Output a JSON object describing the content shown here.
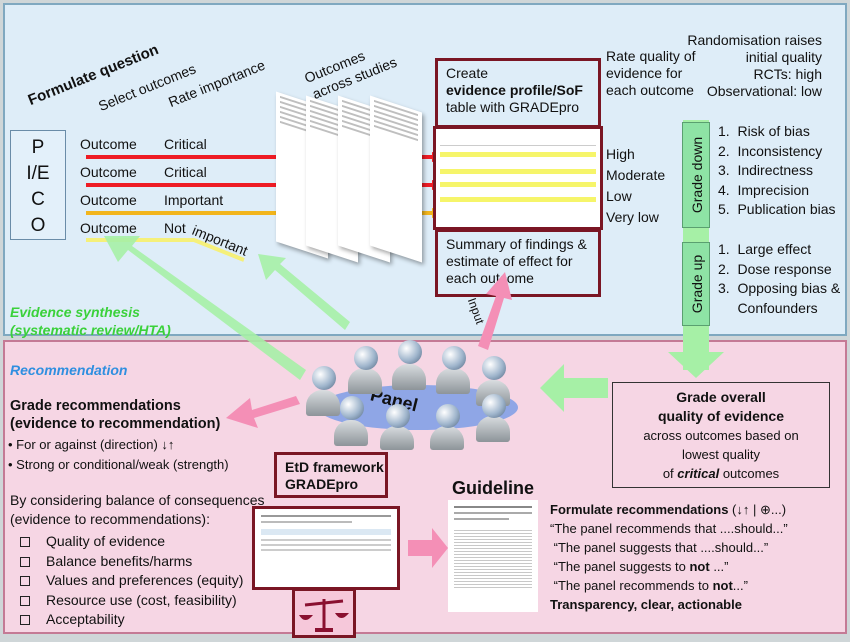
{
  "top": {
    "formulate_question": "Formulate question",
    "select_outcomes": "Select outcomes",
    "rate_importance": "Rate importance",
    "outcomes_across_studies_1": "Outcomes",
    "outcomes_across_studies_2": "across studies",
    "pico": [
      "P",
      "I/E",
      "C",
      "O"
    ],
    "outcomes": [
      {
        "label": "Outcome",
        "importance": "Critical",
        "color": "#ee1c25"
      },
      {
        "label": "Outcome",
        "importance": "Critical",
        "color": "#ee1c25"
      },
      {
        "label": "Outcome",
        "importance": "Important",
        "color": "#f2b51c"
      },
      {
        "label": "Outcome",
        "importance": "Not",
        "color": "#f5f07a"
      }
    ],
    "not_important_suffix": "important",
    "create_box": {
      "line1": "Create",
      "line2": "evidence profile/SoF",
      "line3": "table with GRADEpro"
    },
    "summary_box": {
      "line1": "Summary of findings &",
      "line2": "estimate of effect for",
      "line3": "each outcome"
    },
    "rate_quality": [
      "Rate quality of",
      "evidence for",
      "each outcome"
    ],
    "randomisation": [
      "Randomisation raises",
      "initial quality",
      "RCTs: high",
      "Observational: low"
    ],
    "quality_levels": [
      "High",
      "Moderate",
      "Low",
      "Very low"
    ],
    "grade_down_label": "Grade down",
    "grade_down_items": [
      "1.  Risk of bias",
      "2.  Inconsistency",
      "3.  Indirectness",
      "4.  Imprecision",
      "5.  Publication bias"
    ],
    "grade_up_label": "Grade up",
    "grade_up_items": [
      "1.  Large effect",
      "2.  Dose response",
      "3.  Opposing bias &",
      "     Confounders"
    ],
    "input_label": "Input",
    "evidence_synthesis_1": "Evidence synthesis",
    "evidence_synthesis_2": "(systematic review/HTA)"
  },
  "bottom": {
    "recommendation": "Recommendation",
    "panel_label": "Panel",
    "grade_rec_1": "Grade recommendations",
    "grade_rec_2": "(evidence to recommendation)",
    "bullets": [
      "• For or against (direction) ↓↑",
      "• Strong or conditional/weak (strength)"
    ],
    "considering_1": "By considering balance of consequences",
    "considering_2": "(evidence to recommendations):",
    "checklist": [
      "Quality of evidence",
      "Balance benefits/harms",
      "Values and preferences (equity)",
      "Resource use (cost, feasibility)",
      "Acceptability"
    ],
    "etd_1": "EtD framework",
    "etd_2": "GRADEpro",
    "guideline": "Guideline",
    "overall_box": {
      "line1": "Grade overall",
      "line2": "quality  of  evidence",
      "line3": "across outcomes based on",
      "line4": "lowest quality",
      "line5_pre": "of ",
      "line5_em": "critical",
      "line5_post": " outcomes"
    },
    "formulate_rec_bold": "Formulate recommendations",
    "formulate_rec_rest": " (↓↑ | ⊕...)",
    "statements": [
      {
        "pre": "“The panel recommends that ....should...”",
        "bold": "",
        "post": ""
      },
      {
        "pre": " “The panel suggests that ....should...”",
        "bold": "",
        "post": ""
      },
      {
        "pre": " “The panel suggests to ",
        "bold": "not",
        "post": " ...”"
      },
      {
        "pre": " “The panel recommends to ",
        "bold": "not",
        "post": "...”"
      }
    ],
    "transparency": "Transparency, clear, actionable"
  },
  "colors": {
    "green_text": "#3ad13a",
    "blue_text": "#2f8fe0",
    "maroon": "#7a1624",
    "green_arrow": "#a6f0a6",
    "pink_arrow": "#f48fb6"
  }
}
